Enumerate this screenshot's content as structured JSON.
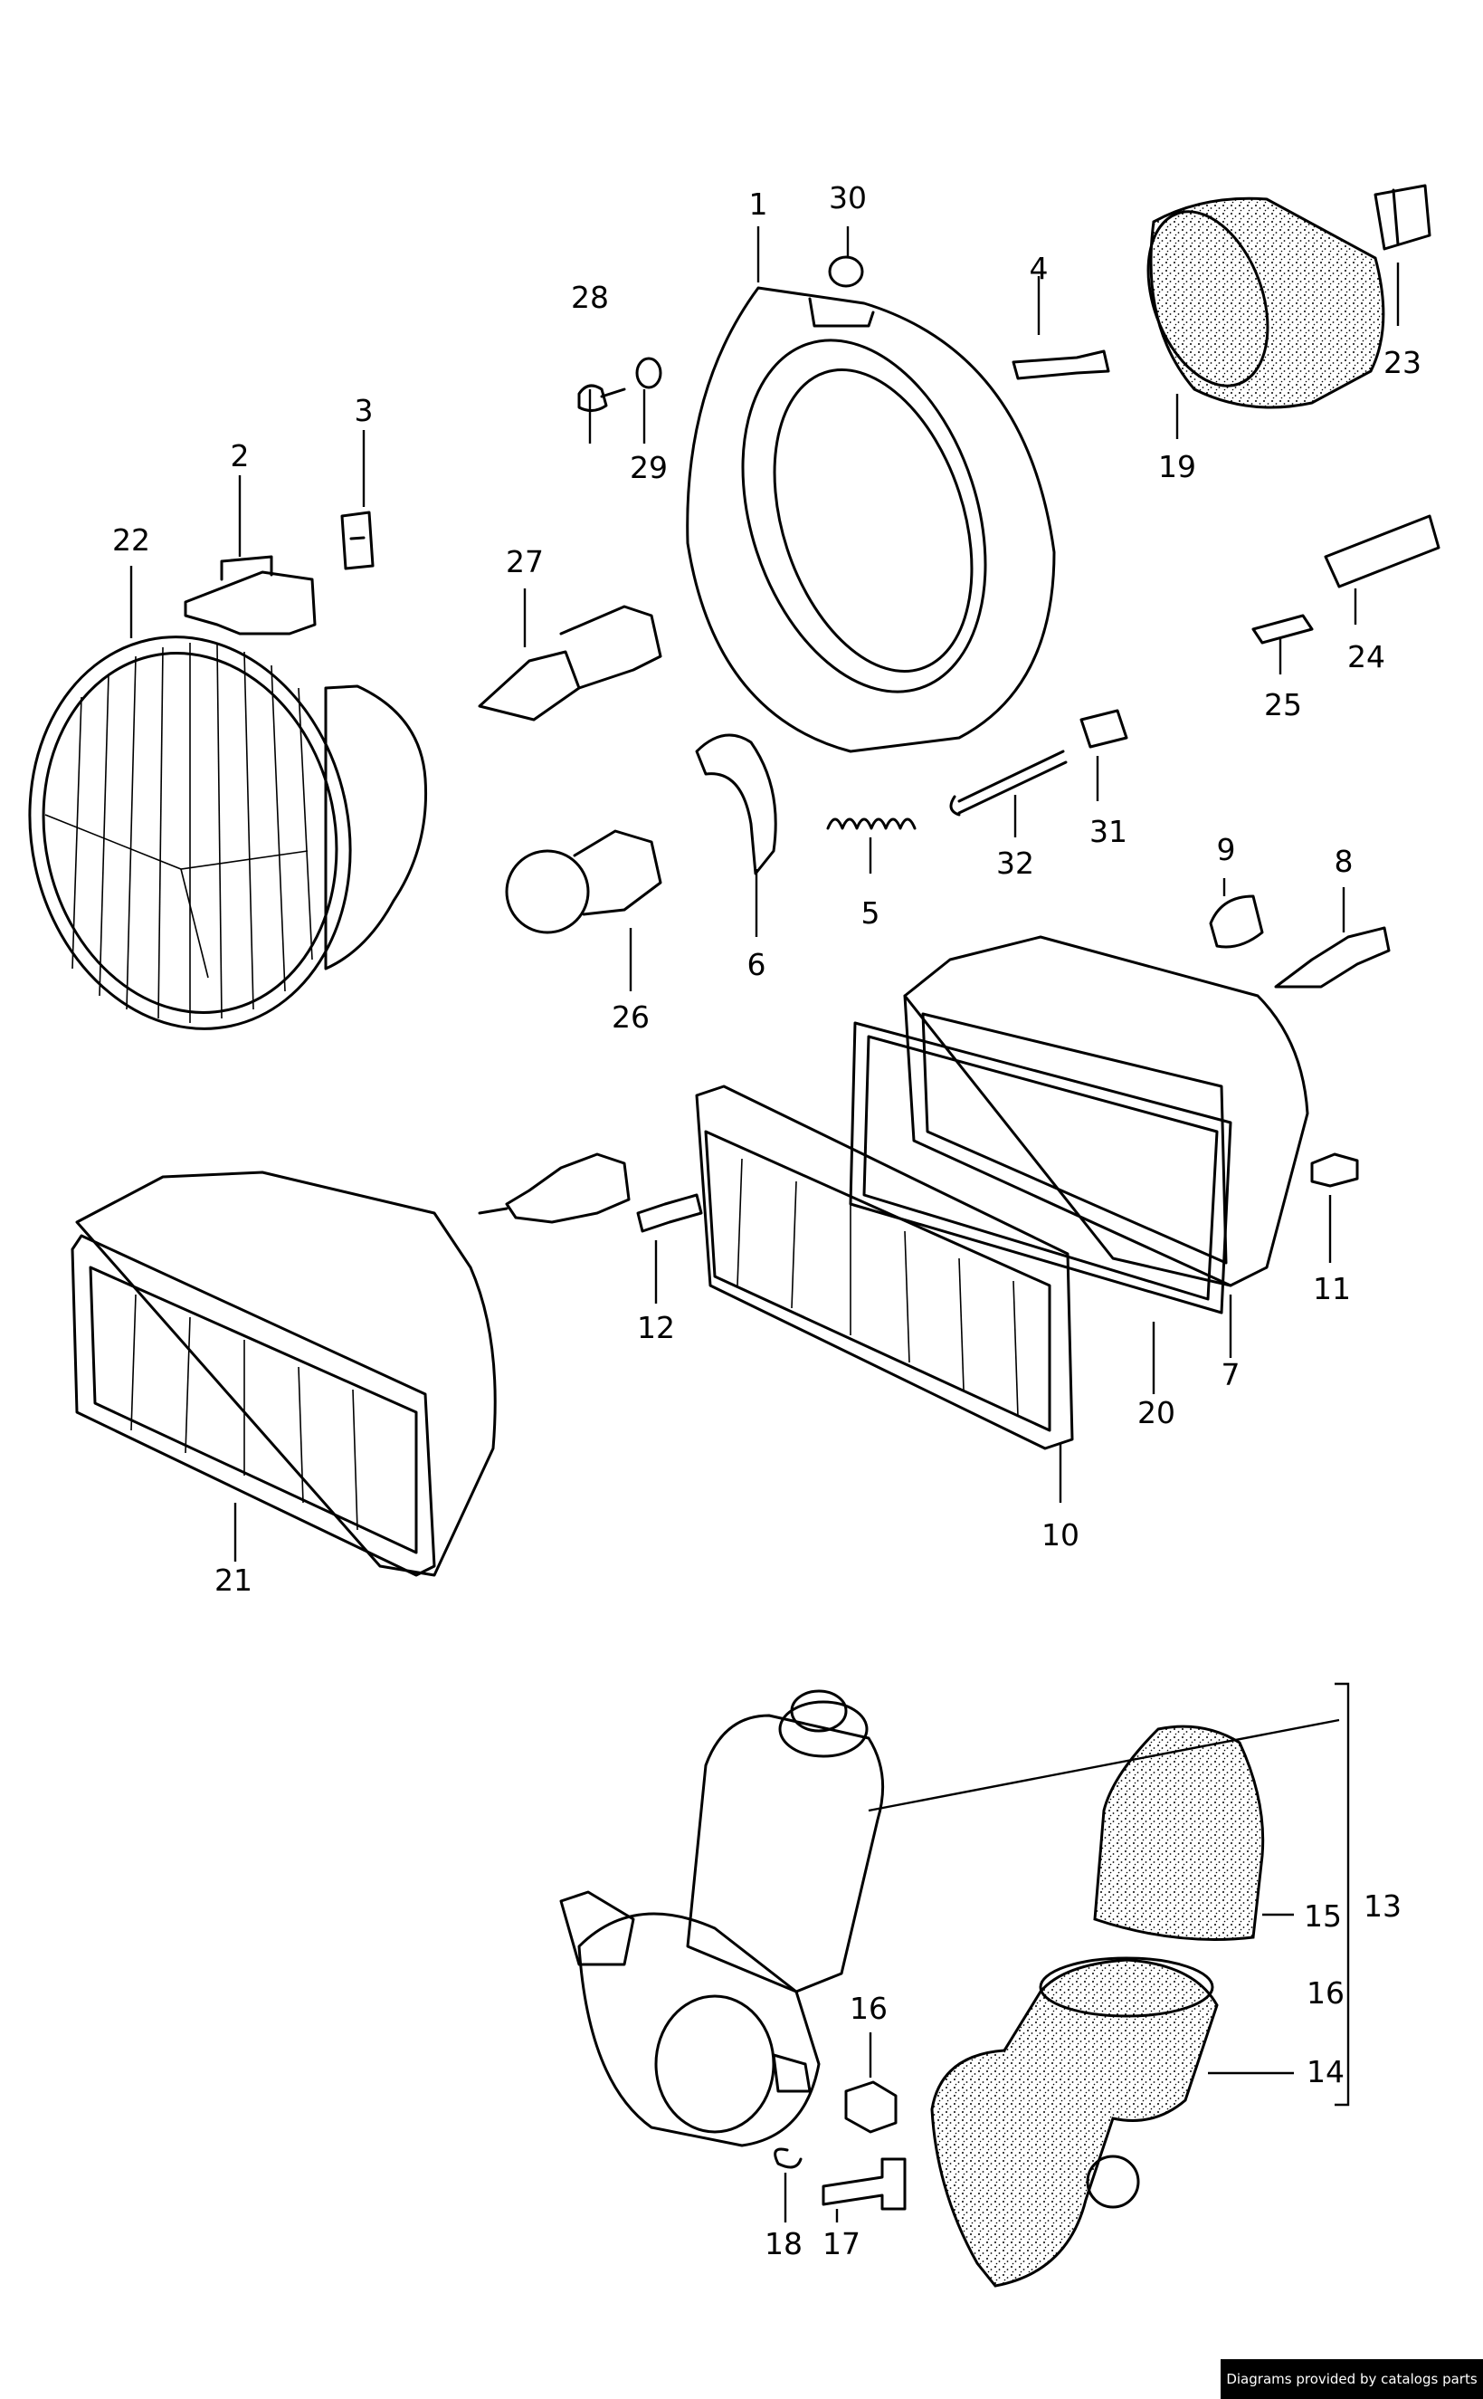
{
  "credit": "Diagrams provided by catalogs parts",
  "callouts": {
    "c1": "1",
    "c2": "2",
    "c3": "3",
    "c4": "4",
    "c5": "5",
    "c6": "6",
    "c7": "7",
    "c8": "8",
    "c9": "9",
    "c10": "10",
    "c11": "11",
    "c12": "12",
    "c13": "13",
    "c14": "14",
    "c15": "15",
    "c16": "16",
    "c17": "17",
    "c18": "18",
    "c19": "19",
    "c20": "20",
    "c21": "21",
    "c22": "22",
    "c23": "23",
    "c24": "24",
    "c25": "25",
    "c26": "26",
    "c27": "27",
    "c28": "28",
    "c29": "29",
    "c30": "30",
    "c31": "31",
    "c32": "32"
  }
}
